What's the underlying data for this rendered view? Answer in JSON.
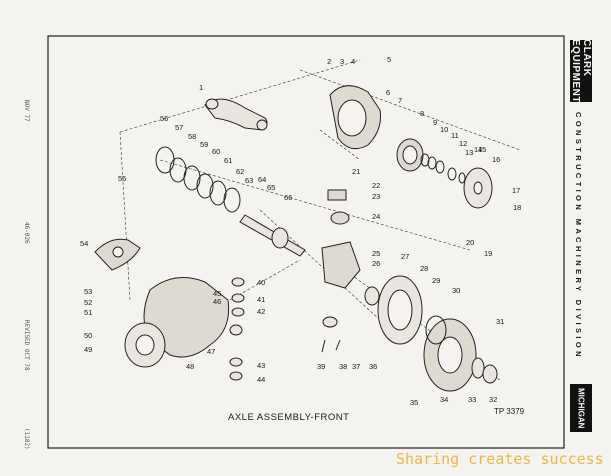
{
  "brand": {
    "top": "CLARK EQUIPMENT",
    "bottom": "MICHIGAN"
  },
  "division": "CONSTRUCTION MACHINERY DIVISION",
  "caption": "AXLE ASSEMBLY-FRONT",
  "tp_number": "TP 3379",
  "margin_left": {
    "top": "NOV 77",
    "middle": "46-026",
    "lower": "REVISED OCT 78",
    "bottom": "(1182)"
  },
  "watermark": "Sharing creates success",
  "callouts": [
    "1",
    "2",
    "3",
    "4",
    "5",
    "6",
    "7",
    "8",
    "9",
    "10",
    "11",
    "12",
    "13",
    "14",
    "15",
    "16",
    "17",
    "18",
    "19",
    "20",
    "21",
    "22",
    "23",
    "24",
    "25",
    "26",
    "27",
    "28",
    "29",
    "30",
    "31",
    "32",
    "33",
    "34",
    "35",
    "36",
    "37",
    "38",
    "39",
    "40",
    "41",
    "42",
    "43",
    "44",
    "45",
    "46",
    "47",
    "48",
    "49",
    "50",
    "51",
    "52",
    "53",
    "54",
    "55",
    "56",
    "57",
    "58",
    "59",
    "60",
    "61",
    "62",
    "63",
    "64",
    "65",
    "66"
  ]
}
